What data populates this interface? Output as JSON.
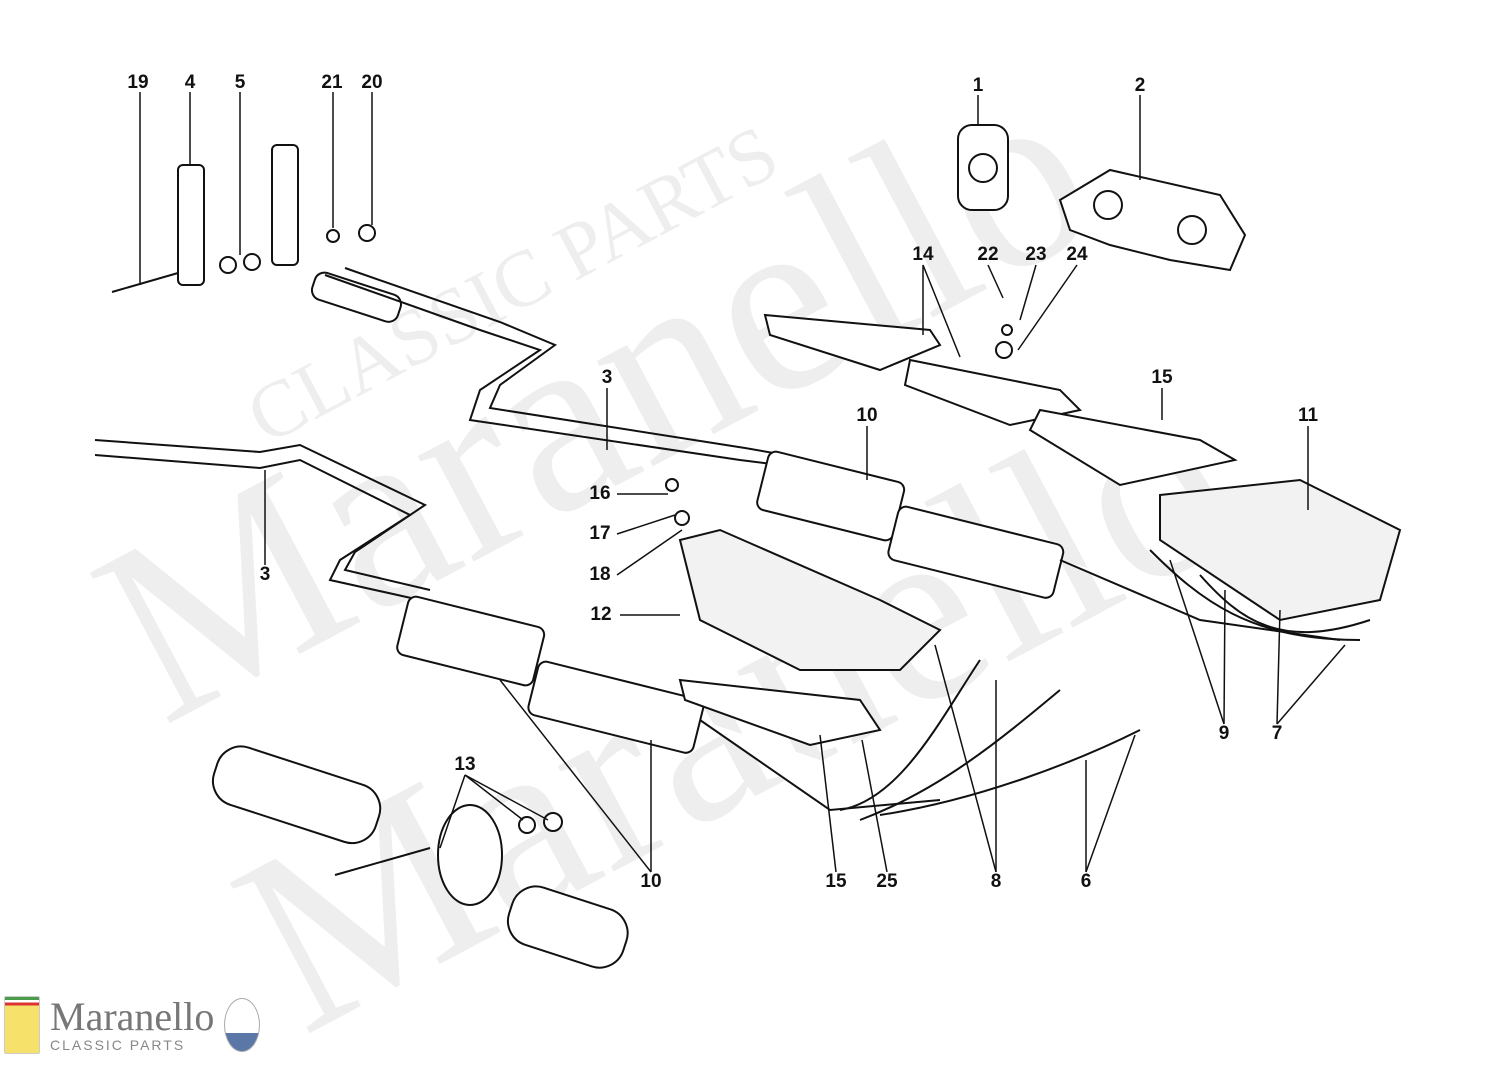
{
  "title": "Exhaust System",
  "watermark": {
    "text_main": "Maranello",
    "text_sub": "CLASSIC PARTS"
  },
  "logo": {
    "name": "Maranello",
    "subtitle": "CLASSIC PARTS",
    "left_badge": "Ferrari",
    "right_badge": "MASERATI"
  },
  "labels": [
    "19",
    "4",
    "5",
    "21",
    "20",
    "1",
    "2",
    "14",
    "22",
    "23",
    "24",
    "3",
    "15",
    "10",
    "11",
    "3",
    "16",
    "17",
    "18",
    "12",
    "13",
    "9",
    "7",
    "10",
    "15",
    "25",
    "8",
    "6"
  ]
}
